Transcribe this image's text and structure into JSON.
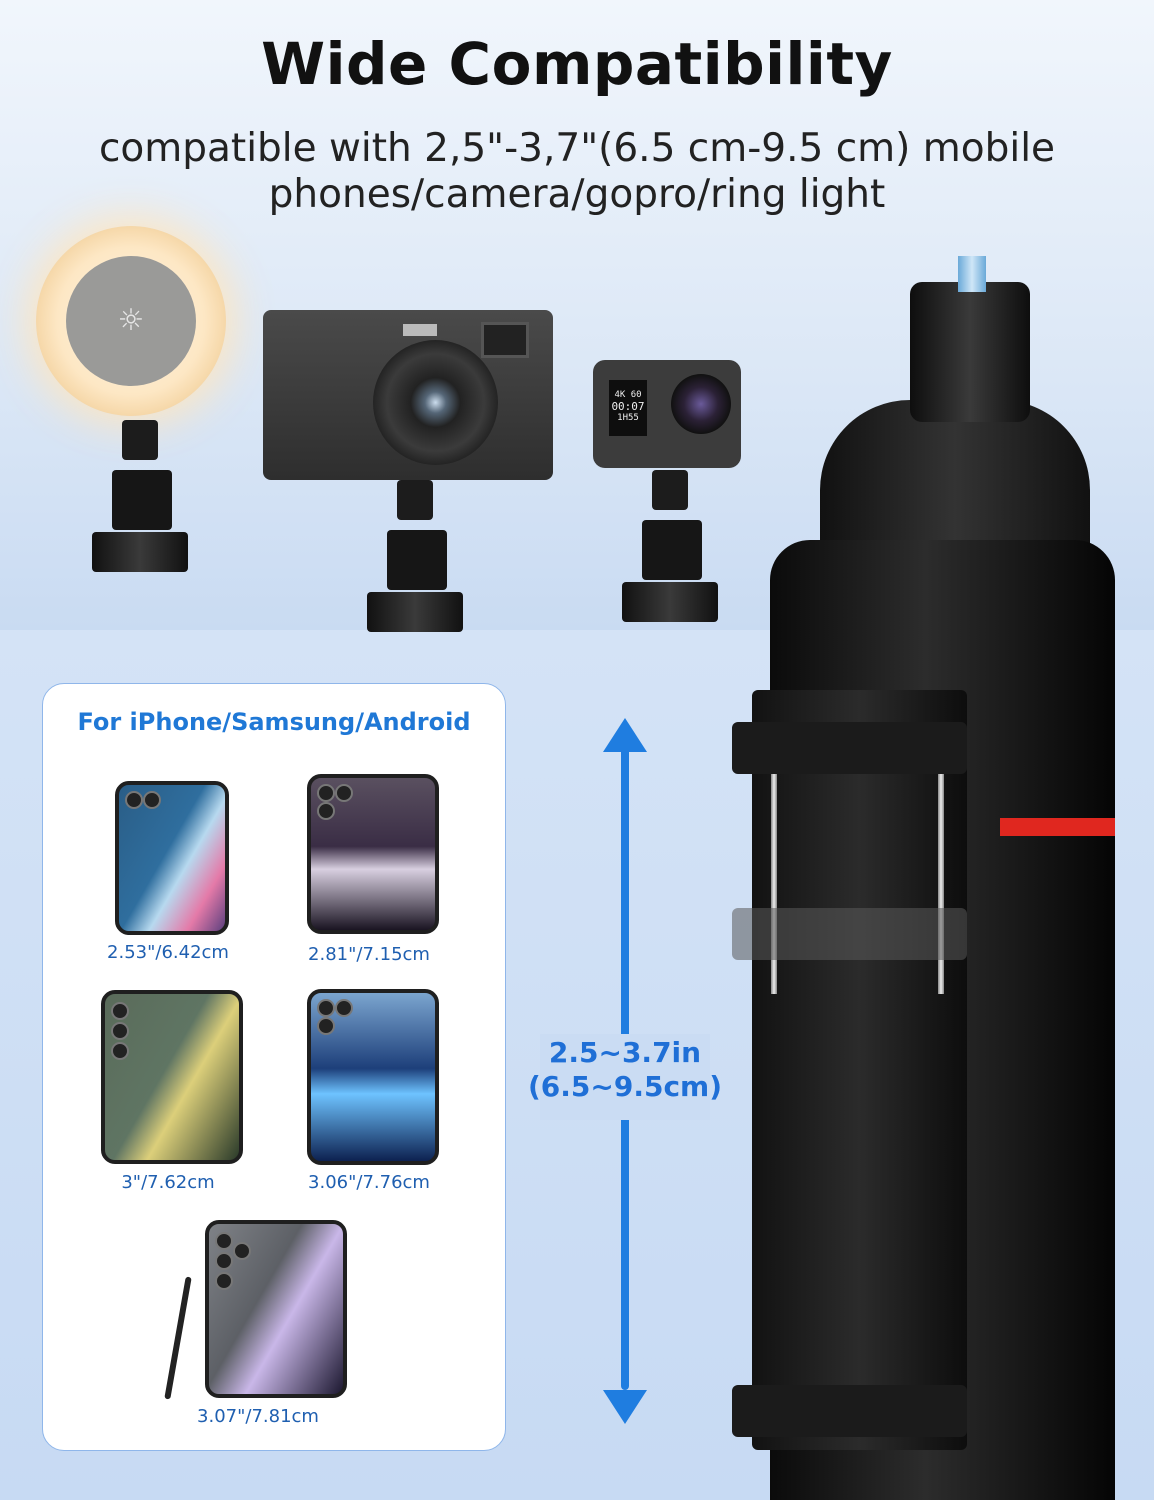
{
  "header": {
    "title": "Wide Compatibility",
    "subtitle_line1": "compatible with 2,5\"-3,7\"(6.5 cm-9.5 cm) mobile",
    "subtitle_line2": "phones/camera/gopro/ring light"
  },
  "gopro_screen": {
    "line1": "4K 60",
    "line2": "00:07",
    "line3": "1H55"
  },
  "panel": {
    "title": "For iPhone/Samsung/Android",
    "phones": [
      {
        "caption": "2.53\"/6.42cm"
      },
      {
        "caption": "2.81\"/7.15cm"
      },
      {
        "caption": "3\"/7.62cm"
      },
      {
        "caption": "3.06\"/7.76cm"
      },
      {
        "caption": "3.07\"/7.81cm"
      }
    ]
  },
  "measurement": {
    "line1": "2.5~3.7in",
    "line2": "(6.5~9.5cm)",
    "color": "#1f7de0"
  },
  "colors": {
    "title": "#111111",
    "panel_title": "#1f78d6",
    "accent_red": "#e0271f"
  }
}
